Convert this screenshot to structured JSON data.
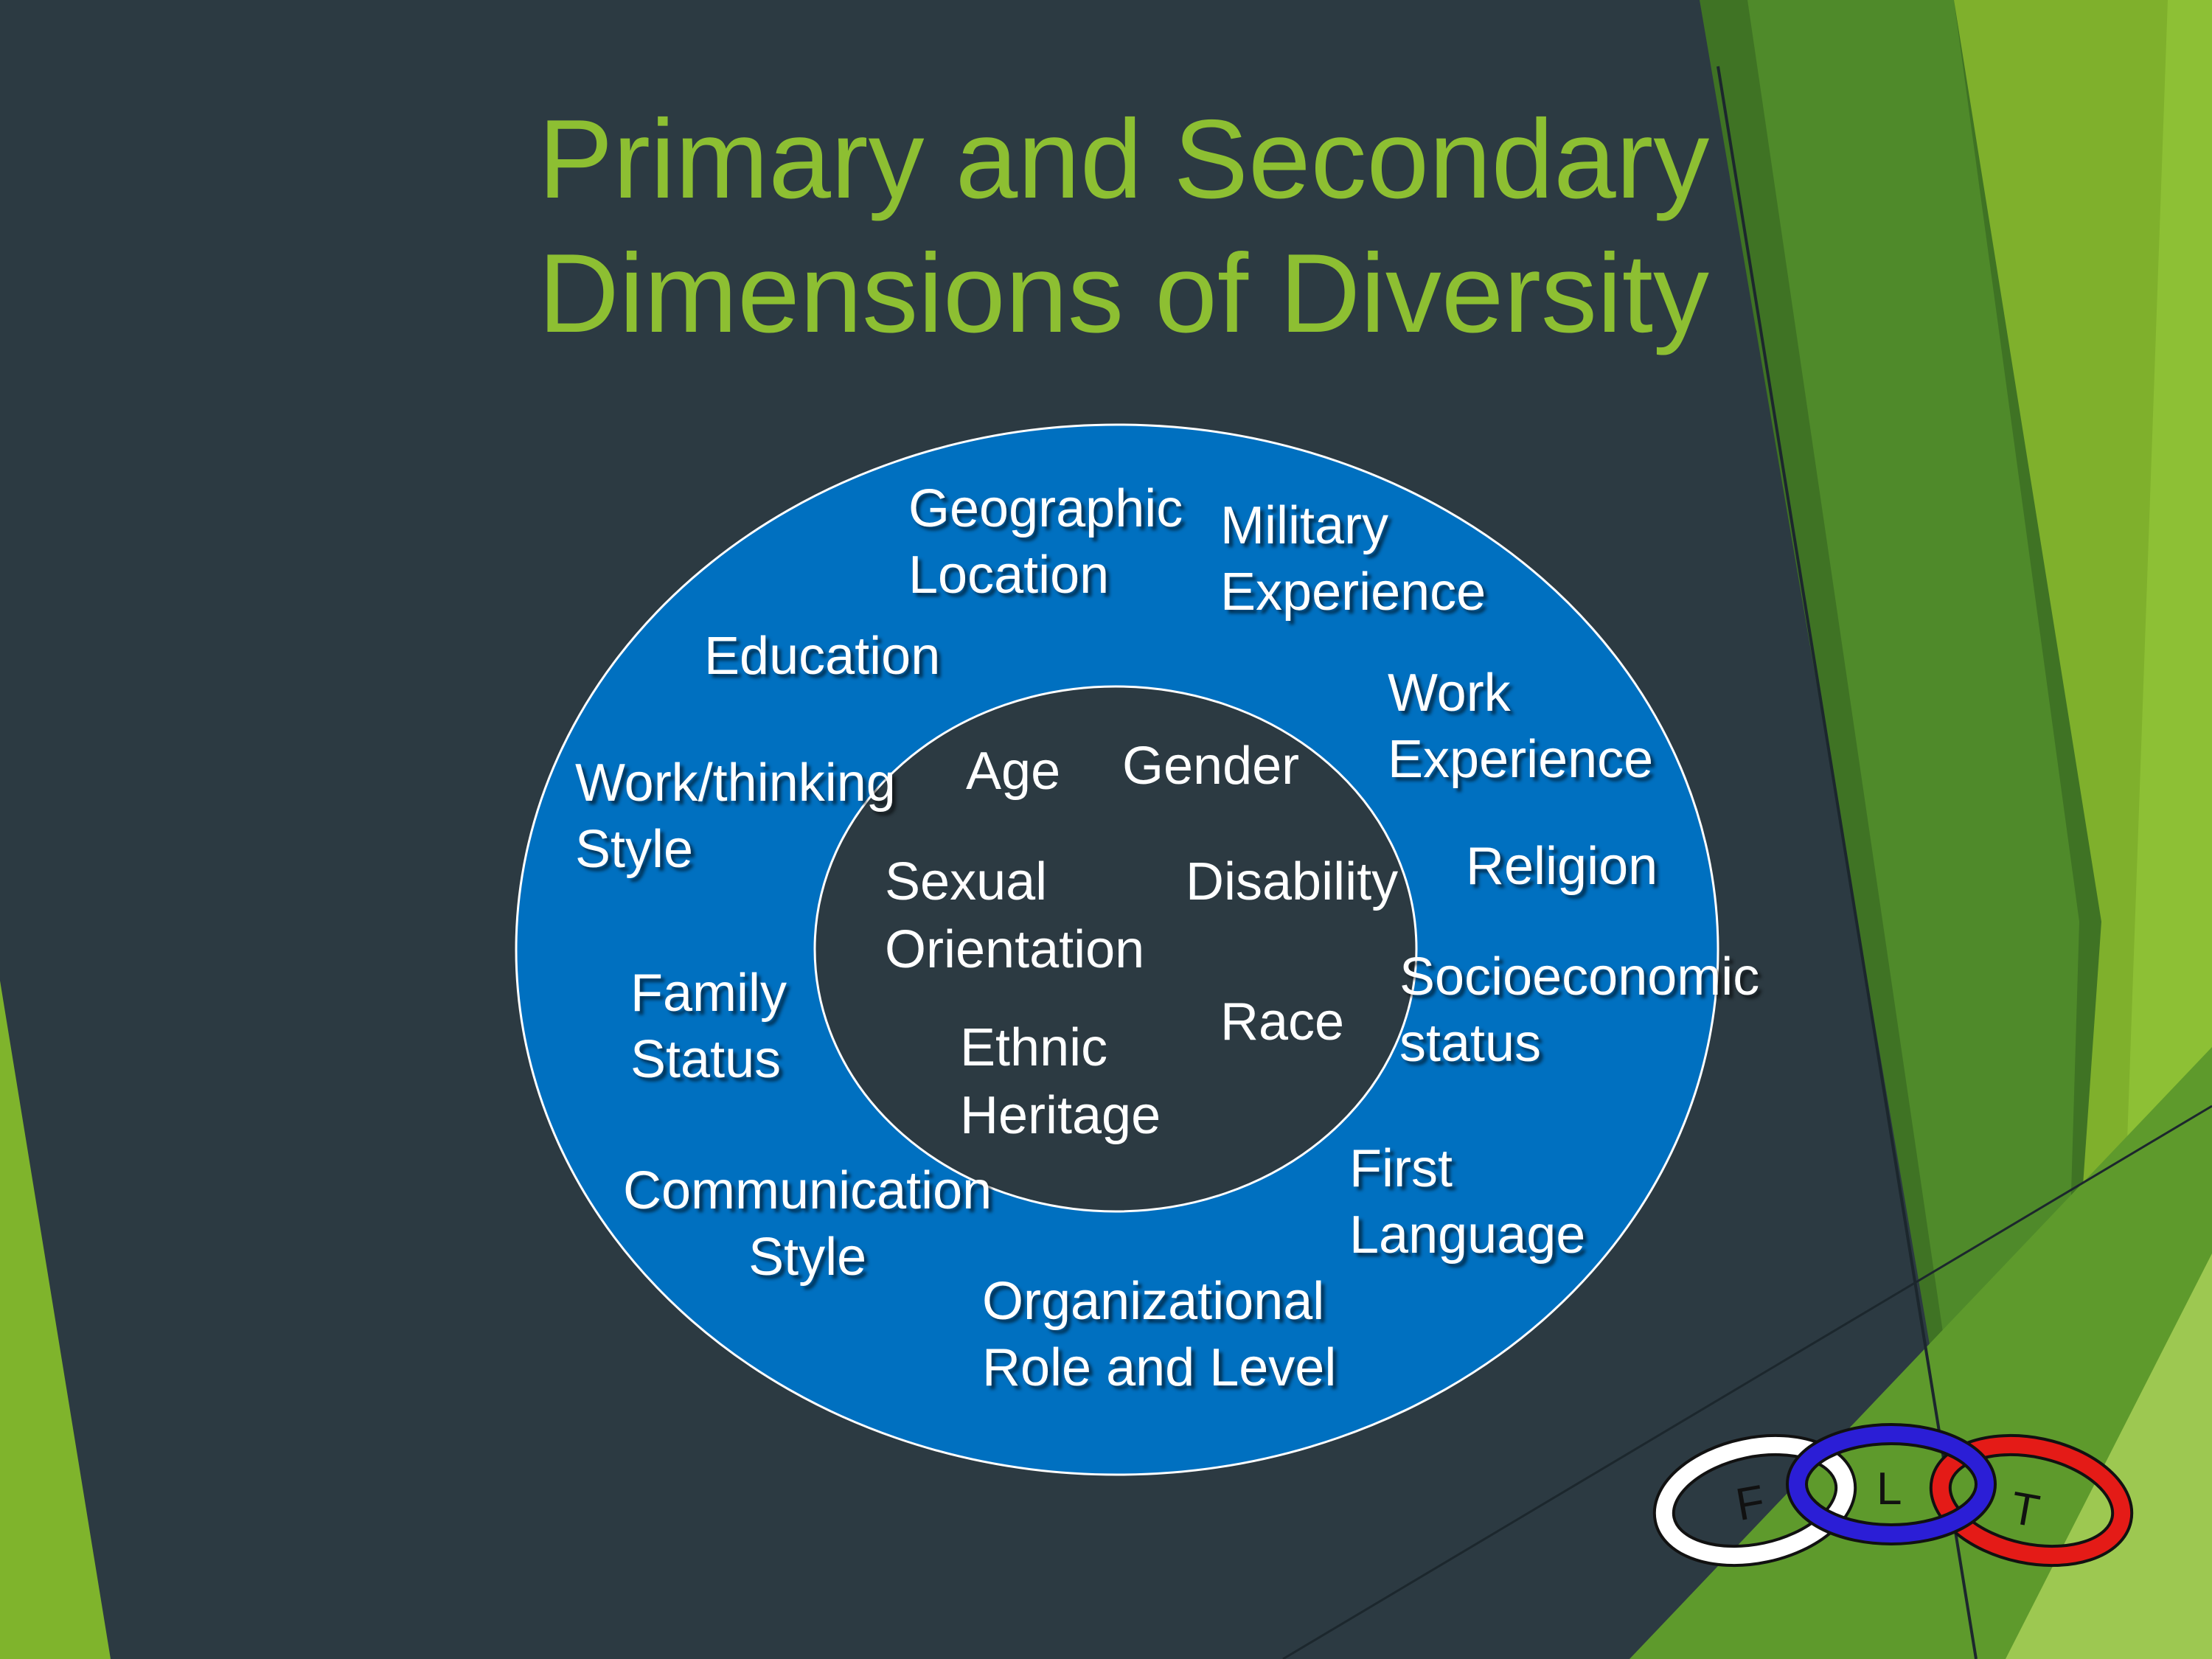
{
  "slide": {
    "title_line1": "Primary and Secondary",
    "title_line2": "Dimensions of Diversity"
  },
  "diagram": {
    "inner_ring": {
      "age": "Age",
      "gender": "Gender",
      "sexual_orientation": [
        "Sexual",
        "Orientation"
      ],
      "disability": "Disability",
      "ethnic_heritage": [
        "Ethnic",
        "Heritage"
      ],
      "race": "Race"
    },
    "outer_ring": {
      "geographic_location": [
        "Geographic",
        "Location"
      ],
      "military_experience": [
        "Military",
        "Experience"
      ],
      "education": "Education",
      "work_experience": [
        "Work",
        "Experience"
      ],
      "work_thinking_style": [
        "Work/thinking",
        "Style"
      ],
      "religion": "Religion",
      "family_status": [
        "Family",
        "Status"
      ],
      "socioeconomic_status": [
        "Socioeconomic",
        "status"
      ],
      "communication_style": [
        "Communication",
        "Style"
      ],
      "first_language": [
        "First",
        "Language"
      ],
      "organizational_role": [
        "Organizational",
        "Role and Level"
      ]
    }
  },
  "logo": {
    "letters": [
      "F",
      "L",
      "T"
    ],
    "ring_colors": [
      "#ffffff",
      "#2b1ed6",
      "#e41b17"
    ]
  },
  "colors": {
    "background": "#2c3a42",
    "title": "#8dbf32",
    "outer_ring": "#0070c0",
    "inner_circle": "#2c3a42",
    "accent_green": "#8dbf32"
  }
}
